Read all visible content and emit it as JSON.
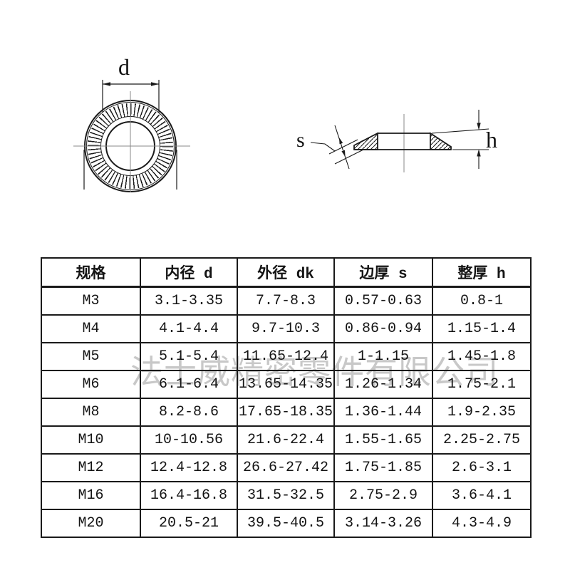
{
  "drawings": {
    "top_view": {
      "label_d": "d"
    },
    "side_view": {
      "label_s": "s",
      "label_h": "h"
    }
  },
  "watermark": {
    "text": "法士威精密零件有限公司",
    "color": "#c8c8c8"
  },
  "table": {
    "headers": [
      "规格",
      "内径 d",
      "外径 dk",
      "边厚 s",
      "整厚 h"
    ],
    "rows": [
      [
        "M3",
        "3.1-3.35",
        "7.7-8.3",
        "0.57-0.63",
        "0.8-1"
      ],
      [
        "M4",
        "4.1-4.4",
        "9.7-10.3",
        "0.86-0.94",
        "1.15-1.4"
      ],
      [
        "M5",
        "5.1-5.4",
        "11.65-12.4",
        "1-1.15",
        "1.45-1.8"
      ],
      [
        "M6",
        "6.1-6.4",
        "13.65-14.35",
        "1.26-1.34",
        "1.75-2.1"
      ],
      [
        "M8",
        "8.2-8.6",
        "17.65-18.35",
        "1.36-1.44",
        "1.9-2.35"
      ],
      [
        "M10",
        "10-10.56",
        "21.6-22.4",
        "1.55-1.65",
        "2.25-2.75"
      ],
      [
        "M12",
        "12.4-12.8",
        "26.6-27.42",
        "1.75-1.85",
        "2.6-3.1"
      ],
      [
        "M16",
        "16.4-16.8",
        "31.5-32.5",
        "2.75-2.9",
        "3.6-4.1"
      ],
      [
        "M20",
        "20.5-21",
        "39.5-40.5",
        "3.14-3.26",
        "4.3-4.9"
      ]
    ]
  }
}
